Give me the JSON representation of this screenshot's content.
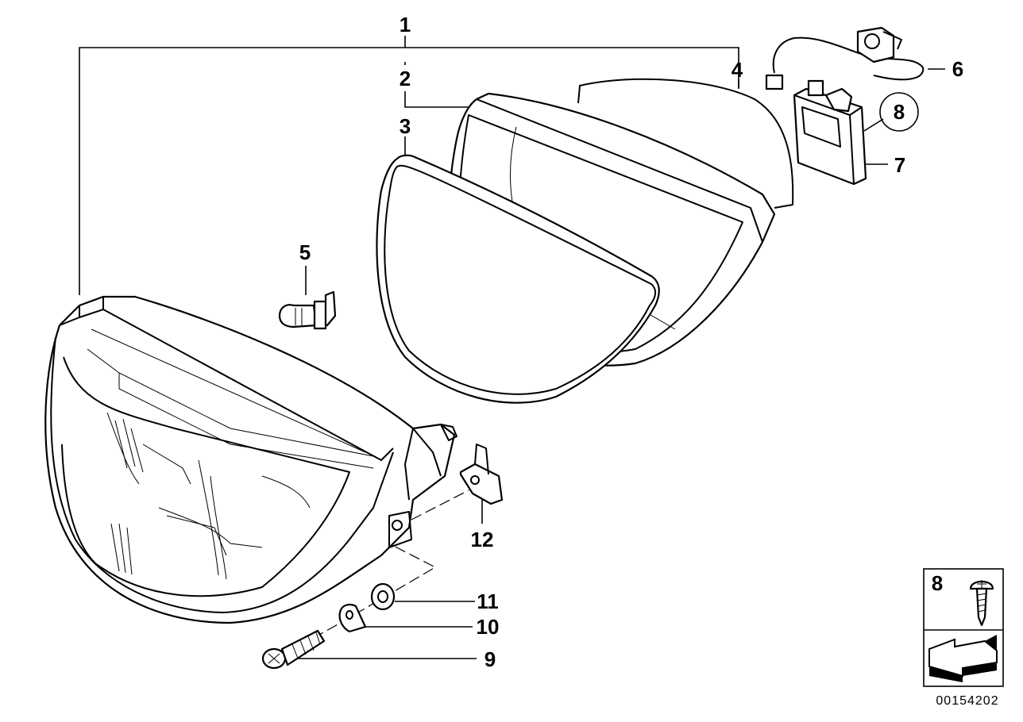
{
  "callouts": {
    "c1": "1",
    "c2": "2",
    "c3": "3",
    "c4": "4",
    "c5": "5",
    "c6": "6",
    "c7": "7",
    "c8": "8",
    "c9": "9",
    "c10": "10",
    "c11": "11",
    "c12": "12"
  },
  "legend": {
    "label": "8"
  },
  "reference_number": "00154202"
}
